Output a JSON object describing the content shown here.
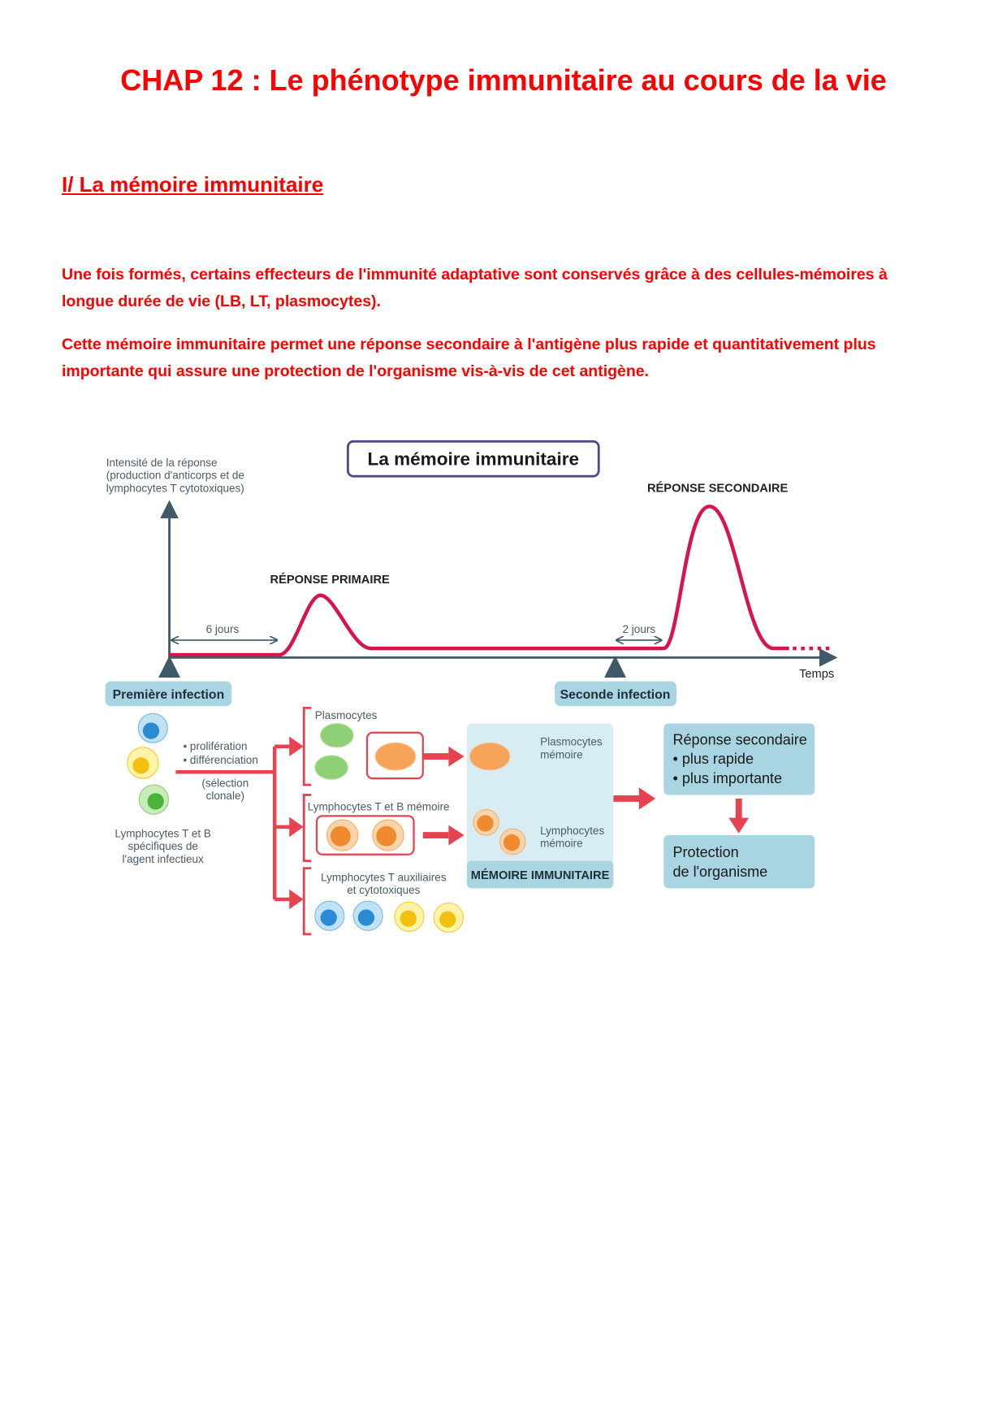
{
  "title": "CHAP 12 : Le phénotype immunitaire au cours de la vie",
  "section_heading": "I/ La mémoire immunitaire",
  "paragraphs": [
    "Une fois formés, certains effecteurs de l'immunité adaptative sont conservés grâce à des cellules-mémoires à longue durée de vie (LB, LT, plasmocytes).",
    "Cette mémoire immunitaire permet une réponse secondaire à l'antigène plus rapide et quantitativement plus importante qui assure une protection de l'organisme vis-à-vis de cet antigène."
  ],
  "figure": {
    "title": "La mémoire immunitaire",
    "y_axis_label": [
      "Intensité de la réponse",
      "(production d'anticorps et de",
      "lymphocytes T cytotoxiques)"
    ],
    "x_axis_label": "Temps",
    "primary_response": "RÉPONSE PRIMAIRE",
    "secondary_response": "RÉPONSE SECONDAIRE",
    "delay_primary": "6 jours",
    "delay_secondary": "2 jours",
    "first_infection": "Première infection",
    "second_infection": "Seconde infection",
    "process": [
      "• prolifération",
      "• différenciation",
      "(sélection",
      "clonale)"
    ],
    "specific_lymphocytes": [
      "Lymphocytes T et B",
      "spécifiques de",
      "l'agent infectieux"
    ],
    "plasmocytes": "Plasmocytes",
    "memory_lymphocytes": "Lymphocytes T et B mémoire",
    "helper_cytotoxic": [
      "Lymphocytes T auxiliaires",
      "et cytotoxiques"
    ],
    "memory_plasmocytes": [
      "Plasmocytes",
      "mémoire"
    ],
    "memory_lymph": [
      "Lymphocytes",
      "mémoire"
    ],
    "memory_label": "MÉMOIRE IMMUNITAIRE",
    "secondary_box": [
      "Réponse secondaire",
      "• plus rapide",
      "• plus importante"
    ],
    "protection_box": [
      "Protection",
      "de l'organisme"
    ],
    "colors": {
      "curve": "#d8154a",
      "axis": "#3d5a66",
      "panel": "#a9d5e2",
      "panel_light": "#d7edf3",
      "arrow": "#e4434f"
    }
  }
}
